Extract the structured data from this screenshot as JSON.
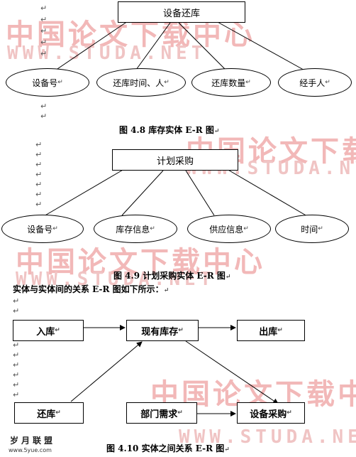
{
  "watermark": {
    "cn_text": "中国论文下载中心",
    "en_text": "WWW.STUDA.NET",
    "color": "#f2b8b8"
  },
  "figure_48": {
    "entity": "设备还库",
    "attributes": [
      "设备号",
      "还库时间、人",
      "还库数量",
      "经手人"
    ],
    "caption": "图 4.8  库存实体 E-R 图"
  },
  "figure_49": {
    "entity": "计划采购",
    "attributes": [
      "设备号",
      "库存信息",
      "供应信息",
      "时间"
    ],
    "caption": "图 4.9  计划采购实体 E-R 图"
  },
  "intro_line": "实体与实体间的关系 E-R 图如下所示：",
  "figure_410": {
    "nodes": {
      "in": "入库",
      "stock": "现有库存",
      "out": "出库",
      "return": "还库",
      "dept": "部门需求",
      "purchase": "设备采购"
    },
    "caption": "图 4.10 实体之间关系 E-R 图"
  },
  "logo": {
    "cn": "岁月联盟",
    "url": "www.5yue.com"
  },
  "paragraph_mark": "↵"
}
